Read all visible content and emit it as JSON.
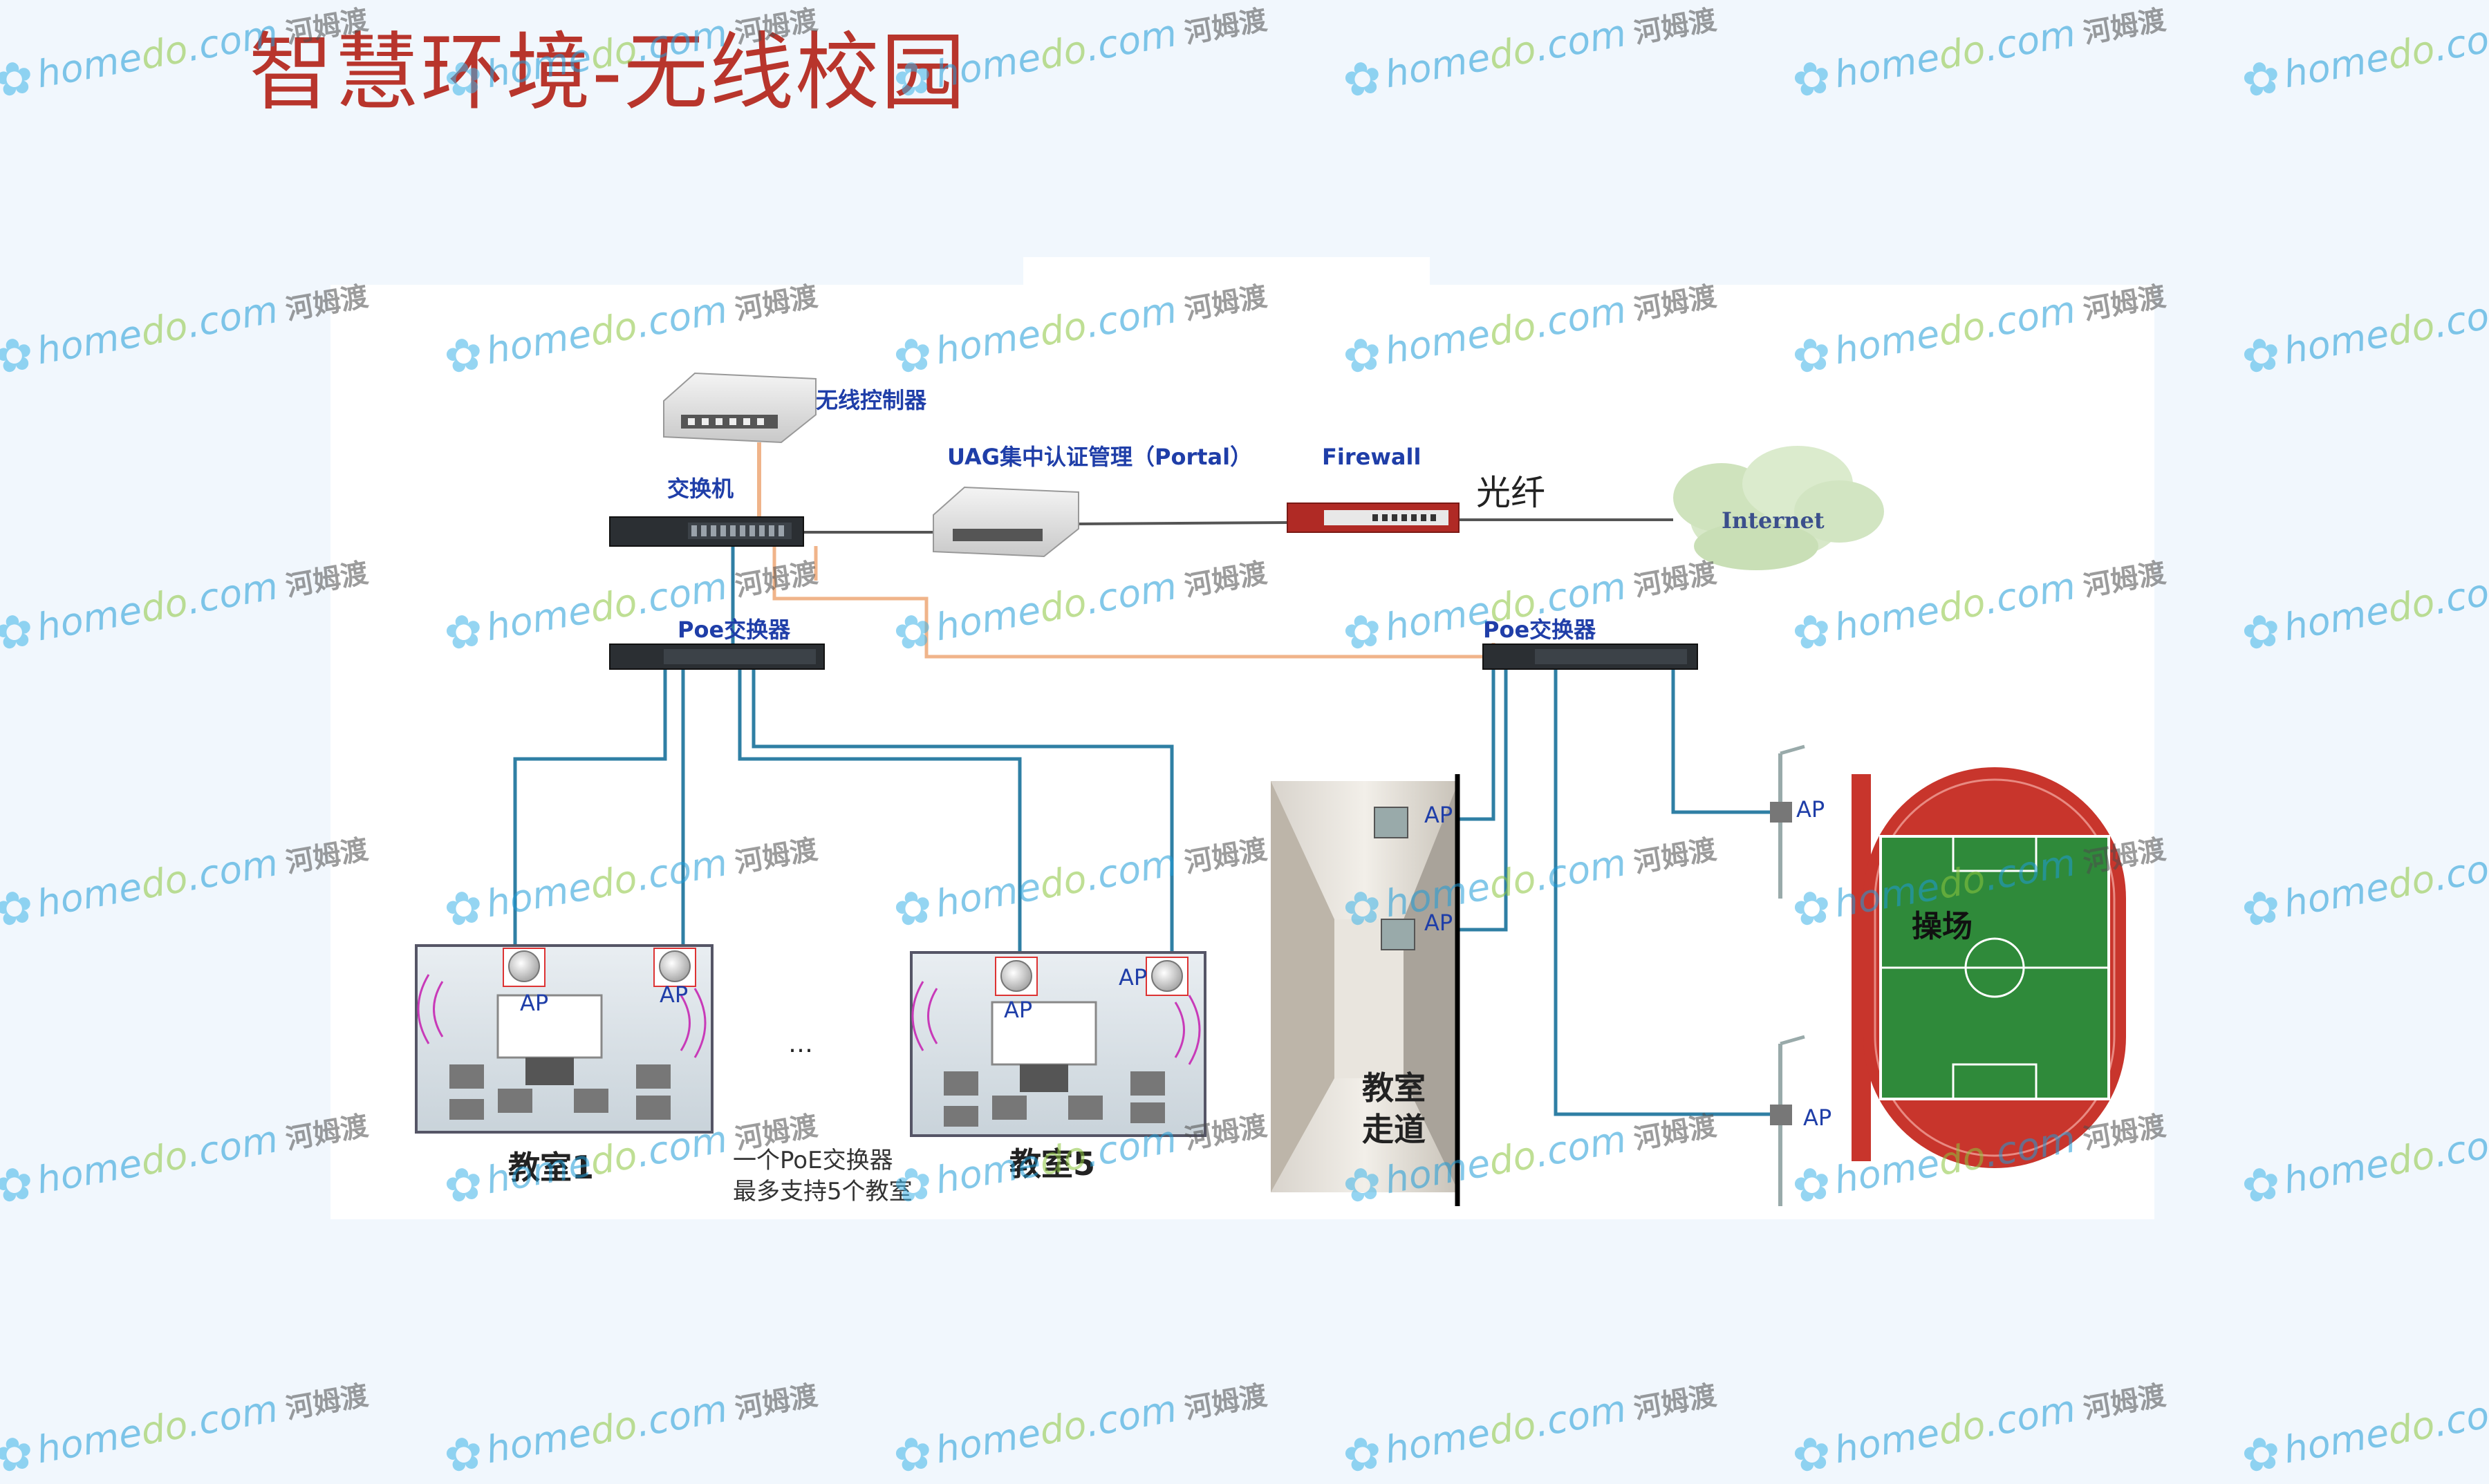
{
  "title": "智慧环境-无线校园",
  "devices": {
    "wireless_controller": "无线控制器",
    "switch": "交换机",
    "uag": "UAG集中认证管理（Portal）",
    "firewall": "Firewall",
    "fiber": "光纤",
    "internet": "Internet",
    "poe_switch_left": "Poe交换器",
    "poe_switch_right": "Poe交换器"
  },
  "areas": {
    "classroom1": "教室1",
    "ellipsis": "…",
    "classroom5": "教室5",
    "note_line1": "一个PoE交换器",
    "note_line2": "最多支持5个教室",
    "corridor_line1": "教室",
    "corridor_line2": "走道",
    "playground": "操场"
  },
  "ap_label": "AP",
  "watermark": {
    "part1": "home",
    "part2": "do",
    "part3": ".com",
    "cn": "河姆渡"
  },
  "colors": {
    "title": "#b8352c",
    "link_blue": "#2f7fa4",
    "link_orange": "#f0b48a",
    "label_blue": "#1f3ea8",
    "track_red": "#c8352c",
    "field_green": "#2f8a3a"
  }
}
